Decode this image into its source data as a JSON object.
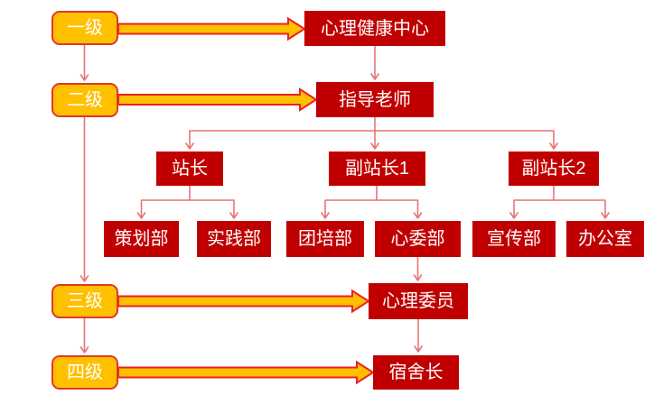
{
  "diagram": {
    "type": "org-hierarchy-flowchart",
    "colors": {
      "page_bg": "#FFFFFF",
      "level_box_fill": "#FFC000",
      "level_box_border": "#E2362B",
      "org_box_fill": "#C00000",
      "box_text": "#FFFFFF",
      "connector": "#E87474",
      "thick_arrow_fill": "#FFC000",
      "thick_arrow_border": "#ED2024"
    },
    "levels": {
      "level1": "一级",
      "level2": "二级",
      "level3": "三级",
      "level4": "四级"
    },
    "nodes": {
      "health_center": "心理健康中心",
      "guidance_teacher": "指导老师",
      "station_chief": "站长",
      "deputy_chief_1": "副站长1",
      "deputy_chief_2": "副站长2",
      "planning_dept": "策划部",
      "practice_dept": "实践部",
      "group_training_dept": "团培部",
      "psych_committee_dept": "心委部",
      "publicity_dept": "宣传部",
      "office": "办公室",
      "psych_commissioner": "心理委员",
      "dorm_leader": "宿舍长"
    },
    "edges": [
      {
        "from": "level1",
        "to": "health_center",
        "style": "thick-block-arrow"
      },
      {
        "from": "level2",
        "to": "guidance_teacher",
        "style": "thick-block-arrow"
      },
      {
        "from": "level3",
        "to": "psych_commissioner",
        "style": "thick-block-arrow"
      },
      {
        "from": "level4",
        "to": "dorm_leader",
        "style": "thick-block-arrow"
      },
      {
        "from": "level1",
        "to": "level2",
        "style": "thin-arrow"
      },
      {
        "from": "level2",
        "to": "level3",
        "style": "thin-arrow"
      },
      {
        "from": "level3",
        "to": "level4",
        "style": "thin-arrow"
      },
      {
        "from": "health_center",
        "to": "guidance_teacher",
        "style": "thin-arrow"
      },
      {
        "from": "guidance_teacher",
        "to": "station_chief",
        "style": "thin-arrow"
      },
      {
        "from": "guidance_teacher",
        "to": "deputy_chief_1",
        "style": "thin-arrow"
      },
      {
        "from": "guidance_teacher",
        "to": "deputy_chief_2",
        "style": "thin-arrow"
      },
      {
        "from": "station_chief",
        "to": "planning_dept",
        "style": "thin-arrow"
      },
      {
        "from": "station_chief",
        "to": "practice_dept",
        "style": "thin-arrow"
      },
      {
        "from": "deputy_chief_1",
        "to": "group_training_dept",
        "style": "thin-arrow"
      },
      {
        "from": "deputy_chief_1",
        "to": "psych_committee_dept",
        "style": "thin-arrow"
      },
      {
        "from": "deputy_chief_2",
        "to": "publicity_dept",
        "style": "thin-arrow"
      },
      {
        "from": "deputy_chief_2",
        "to": "office",
        "style": "thin-arrow"
      },
      {
        "from": "psych_committee_dept",
        "to": "psych_commissioner",
        "style": "thin-arrow"
      },
      {
        "from": "psych_commissioner",
        "to": "dorm_leader",
        "style": "thin-arrow"
      }
    ]
  }
}
